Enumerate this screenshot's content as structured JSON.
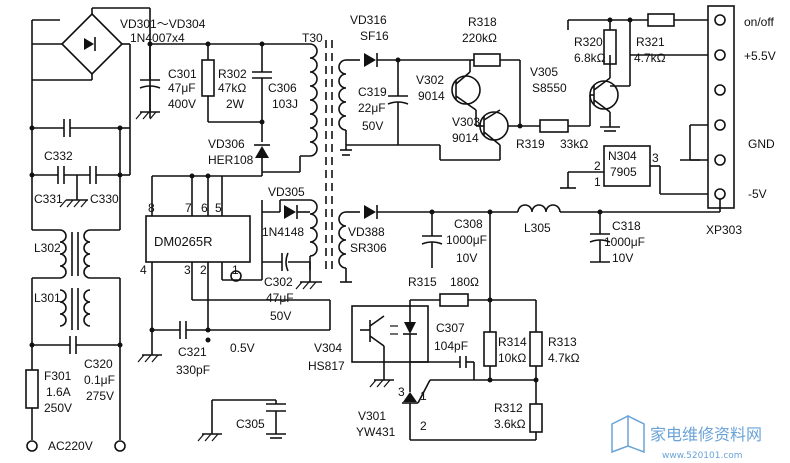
{
  "labels": {
    "vd301": "VD301～VD304",
    "vd301_type": "1N4007x4",
    "c301": "C301",
    "c301_v1": "47μF",
    "c301_v2": "400V",
    "r302": "R302",
    "r302_v1": "47kΩ",
    "r302_v2": "2W",
    "c306": "C306",
    "c306_v": "103J",
    "t30": "T30",
    "vd316": "VD316",
    "vd316_type": "SF16",
    "c319": "C319",
    "c319_v1": "22μF",
    "c319_v2": "50V",
    "r318": "R318",
    "r318_v": "220kΩ",
    "v302": "V302",
    "v302_type": "9014",
    "v303": "V303",
    "v303_type": "9014",
    "v305": "V305",
    "v305_type": "S8550",
    "r320": "R320",
    "r320_v": "6.8kΩ",
    "r321": "R321",
    "r321_v": "4.7kΩ",
    "r319": "R319",
    "r319_v": "33kΩ",
    "n304": "N304",
    "n304_type": "7905",
    "n304_p1": "1",
    "n304_p2": "2",
    "n304_p3": "3",
    "vd306": "VD306",
    "vd306_type": "HER108",
    "vd305": "VD305",
    "vd305_type": "1N4148",
    "c302": "C302",
    "c302_v1": "47μF",
    "c302_v2": "50V",
    "c332": "C332",
    "c331": "C331",
    "c330": "C330",
    "l302": "L302",
    "l301": "L301",
    "ic_name": "DM0265R",
    "ic_p8": "8",
    "ic_p7": "7",
    "ic_p6": "6",
    "ic_p5": "5",
    "ic_p4": "4",
    "ic_p3": "3",
    "ic_p2": "2",
    "ic_p1": "1",
    "c321": "C321",
    "c321_v": "330pF",
    "v_05": "0.5V",
    "vd388": "VD388",
    "vd388_type": "SR306",
    "c308": "C308",
    "c308_v1": "1000μF",
    "c308_v2": "10V",
    "l305": "L305",
    "c318": "C318",
    "c318_v1": "1000μF",
    "c318_v2": "10V",
    "xp303": "XP303",
    "pin_onoff": "on/off",
    "pin_55": "+5.5V",
    "pin_gnd": "GND",
    "pin_m5": "-5V",
    "r315": "R315",
    "r315_v": "180Ω",
    "c307": "C307",
    "c307_v": "104pF",
    "r314": "R314",
    "r314_v": "10kΩ",
    "r313": "R313",
    "r313_v": "4.7kΩ",
    "r312": "R312",
    "r312_v": "3.6kΩ",
    "v304": "V304",
    "v304_type": "HS817",
    "v301": "V301",
    "v301_type": "YW431",
    "v301_p1": "1",
    "v301_p2": "2",
    "v301_p3": "3",
    "f301": "F301",
    "f301_v1": "1.6A",
    "f301_v2": "250V",
    "c320": "C320",
    "c320_v1": "0.1μF",
    "c320_v2": "275V",
    "ac220": "AC220V",
    "c305": "C305"
  },
  "watermark": {
    "cn": "家电维修资料网",
    "url": "www.520101.com"
  }
}
